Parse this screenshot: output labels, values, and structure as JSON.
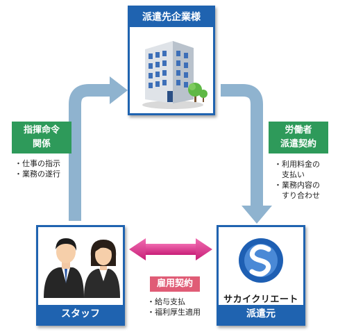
{
  "nodes": {
    "client": {
      "label": "派遣先企業様"
    },
    "staff": {
      "label": "スタッフ"
    },
    "dispatcher": {
      "label": "派遣元",
      "logo_text": "サカイクリエート"
    }
  },
  "relations": {
    "command": {
      "tag_lines": [
        "指揮命令",
        "関係"
      ],
      "items": [
        "・仕事の指示",
        "・業務の遂行"
      ]
    },
    "labor": {
      "tag_lines": [
        "労働者",
        "派遣契約"
      ],
      "items": [
        "・利用料金の",
        "　支払い",
        "・業務内容の",
        "　すり合わせ"
      ]
    },
    "employment": {
      "tag": "雇用契約",
      "items": [
        "・給与支払",
        "・福利厚生適用"
      ]
    }
  },
  "colors": {
    "card_blue": "#1f63b0",
    "arrow_blue": "#8fb3cf",
    "arrow_pink": "#e23a91",
    "tag_green": "#2e9a5a",
    "tag_pink": "#e05c76"
  }
}
